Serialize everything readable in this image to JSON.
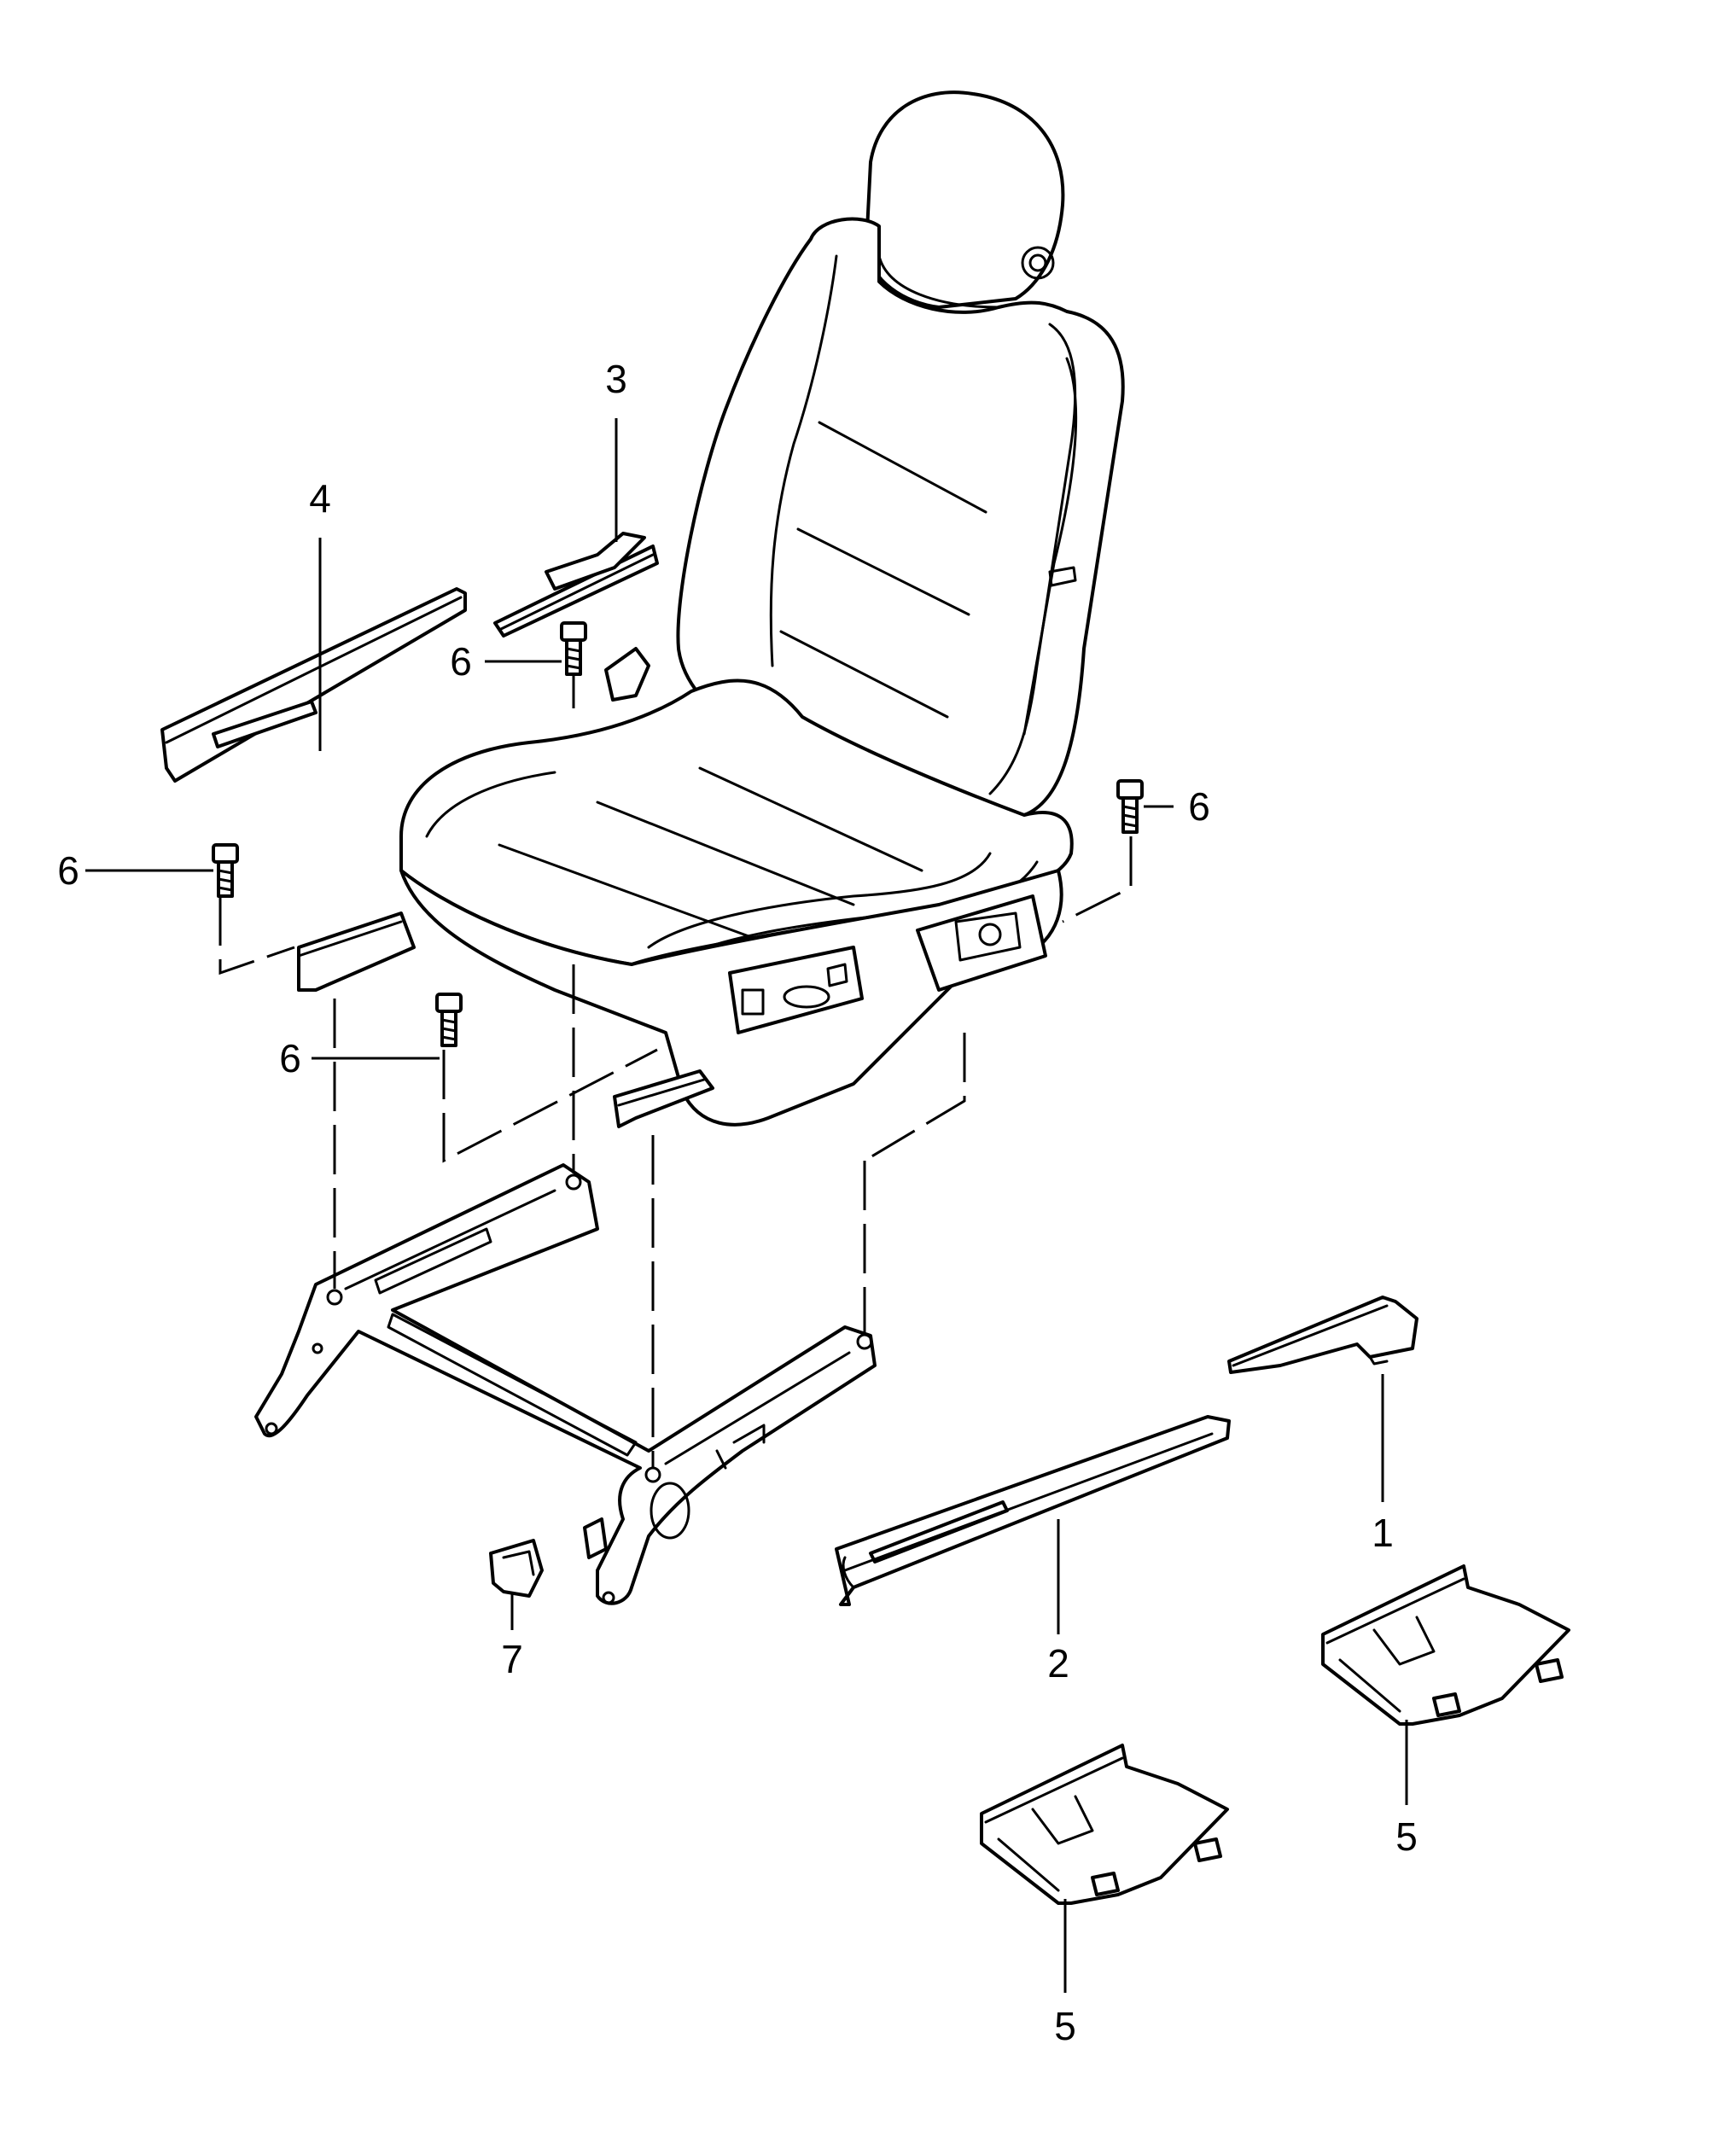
{
  "callouts": [
    {
      "id": "c1",
      "label": "1"
    },
    {
      "id": "c2",
      "label": "2"
    },
    {
      "id": "c3",
      "label": "3"
    },
    {
      "id": "c4",
      "label": "4"
    },
    {
      "id": "c5a",
      "label": "5"
    },
    {
      "id": "c5b",
      "label": "5"
    },
    {
      "id": "c6a",
      "label": "6"
    },
    {
      "id": "c6b",
      "label": "6"
    },
    {
      "id": "c6c",
      "label": "6"
    },
    {
      "id": "c6d",
      "label": "6"
    },
    {
      "id": "c7",
      "label": "7"
    }
  ],
  "colors": {
    "line": "#000000",
    "background": "#ffffff"
  }
}
